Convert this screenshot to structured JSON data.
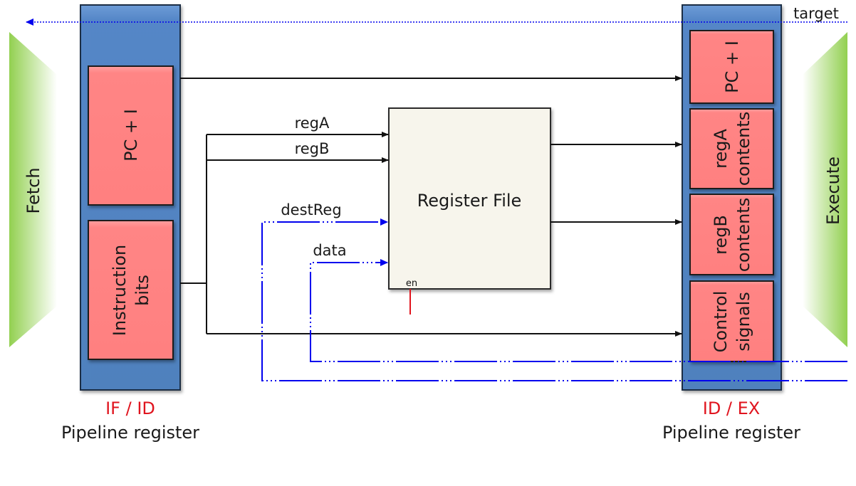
{
  "stages": {
    "left": "Fetch",
    "right": "Execute"
  },
  "if_id": {
    "name": "IF / ID",
    "subtitle": "Pipeline register",
    "fields": [
      "PC + I",
      "Instruction",
      "bits"
    ]
  },
  "id_ex": {
    "name": "ID / EX",
    "subtitle": "Pipeline register",
    "fields": {
      "pc": "PC + I",
      "rega_1": "regA",
      "rega_2": "contents",
      "regb_1": "regB",
      "regb_2": "contents",
      "ctrl_1": "Control",
      "ctrl_2": "signals"
    }
  },
  "register_file": {
    "title": "Register File",
    "enable_label": "en"
  },
  "signals": {
    "regA": "regA",
    "regB": "regB",
    "destReg": "destReg",
    "data": "data",
    "target": "target"
  },
  "colors": {
    "register_blue": "#4f81bd",
    "field_red": "#ff8080",
    "regfile_fill": "#f7f5ec",
    "stage_green": "#92d050",
    "writeback_blue": "#0000ee",
    "enable_red": "#e0141e",
    "reg_name_red": "#e0141e"
  }
}
